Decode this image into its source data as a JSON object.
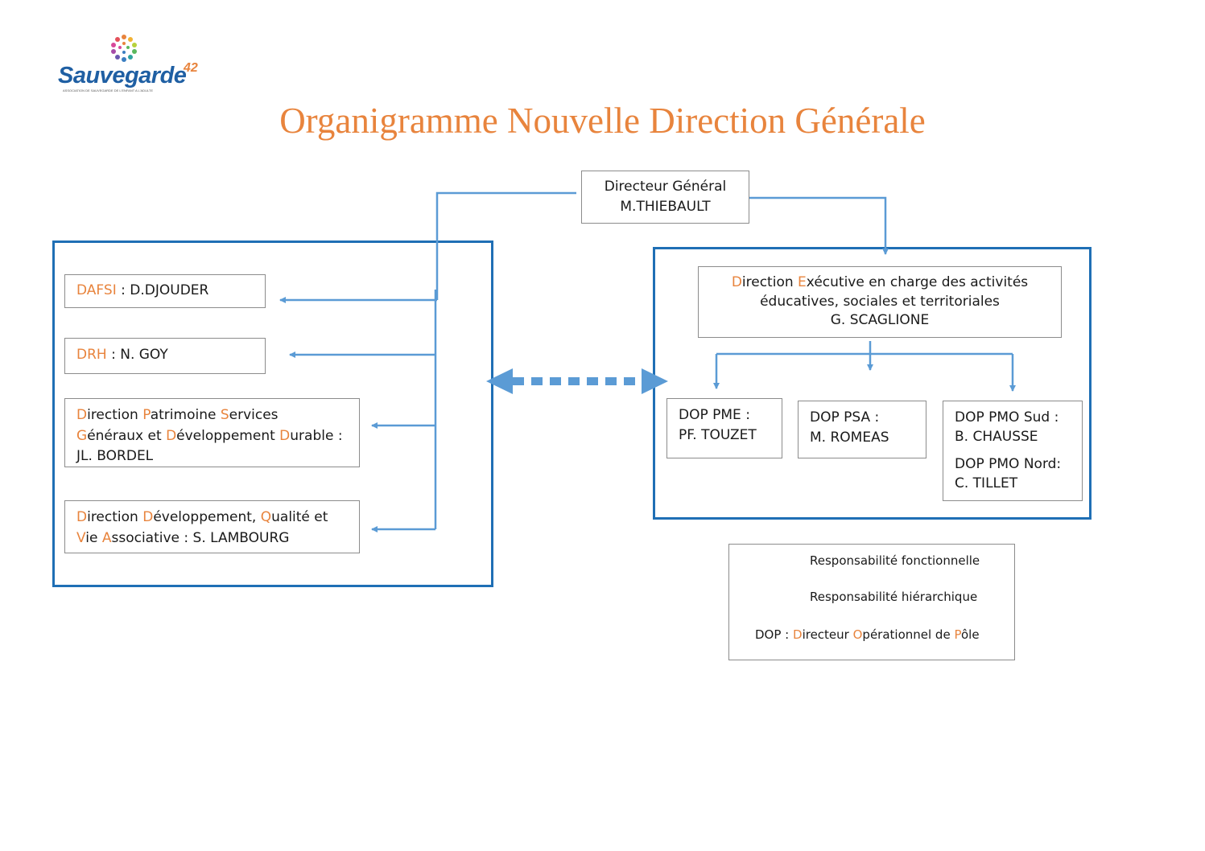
{
  "logo": {
    "brand": "Sauvegarde",
    "number": "42",
    "tagline": "ASSOCIATION DE SAUVEGARDE DE L'ENFANT A L'ADULTE"
  },
  "title": "Organigramme Nouvelle Direction Générale",
  "top_box": {
    "line1": "Directeur Général",
    "line2": "M.THIEBAULT"
  },
  "left_boxes": {
    "dafsi": {
      "label": "DAFSI",
      "sep": " : ",
      "name": "D.DJOUDER"
    },
    "drh": {
      "label": "DRH",
      "sep": " : ",
      "name": "N. GOY"
    },
    "patrimoine": {
      "l1_a": "D",
      "l1_b": "irection ",
      "l1_c": "P",
      "l1_d": "atrimoine ",
      "l1_e": "S",
      "l1_f": "ervices",
      "l2_a": "G",
      "l2_b": "énéraux et ",
      "l2_c": "D",
      "l2_d": "éveloppement ",
      "l2_e": "D",
      "l2_f": "urable :",
      "l3": "JL. BORDEL"
    },
    "developpement": {
      "l1_a": "D",
      "l1_b": "irection ",
      "l1_c": "D",
      "l1_d": "éveloppement, ",
      "l1_e": "Q",
      "l1_f": "ualité et",
      "l2_a": "V",
      "l2_b": "ie ",
      "l2_c": "A",
      "l2_d": "ssociative : S. LAMBOURG"
    }
  },
  "right_boxes": {
    "executive": {
      "l1_a": "D",
      "l1_b": "irection ",
      "l1_c": "E",
      "l1_d": "xécutive en charge des activités",
      "l2": "éducatives, sociales et territoriales",
      "l3": "G. SCAGLIONE"
    },
    "pme": {
      "l1": "DOP PME :",
      "l2": "PF. TOUZET"
    },
    "psa": {
      "l1": "DOP PSA :",
      "l2": "M. ROMEAS"
    },
    "pmo": {
      "l1": "DOP PMO Sud :",
      "l2": "B. CHAUSSE",
      "l3": "DOP PMO Nord:",
      "l4": "C. TILLET"
    }
  },
  "legend": {
    "functional": "Responsabilité fonctionnelle",
    "hierarchical": "Responsabilité hiérarchique",
    "dop_a": "DOP : ",
    "dop_b": "D",
    "dop_c": "irecteur ",
    "dop_d": "O",
    "dop_e": "pérationnel de ",
    "dop_f": "P",
    "dop_g": "ôle"
  },
  "colors": {
    "accent_orange": "#e8843d",
    "frame_blue": "#1f6fb5",
    "arrow_blue": "#5b9bd5"
  }
}
